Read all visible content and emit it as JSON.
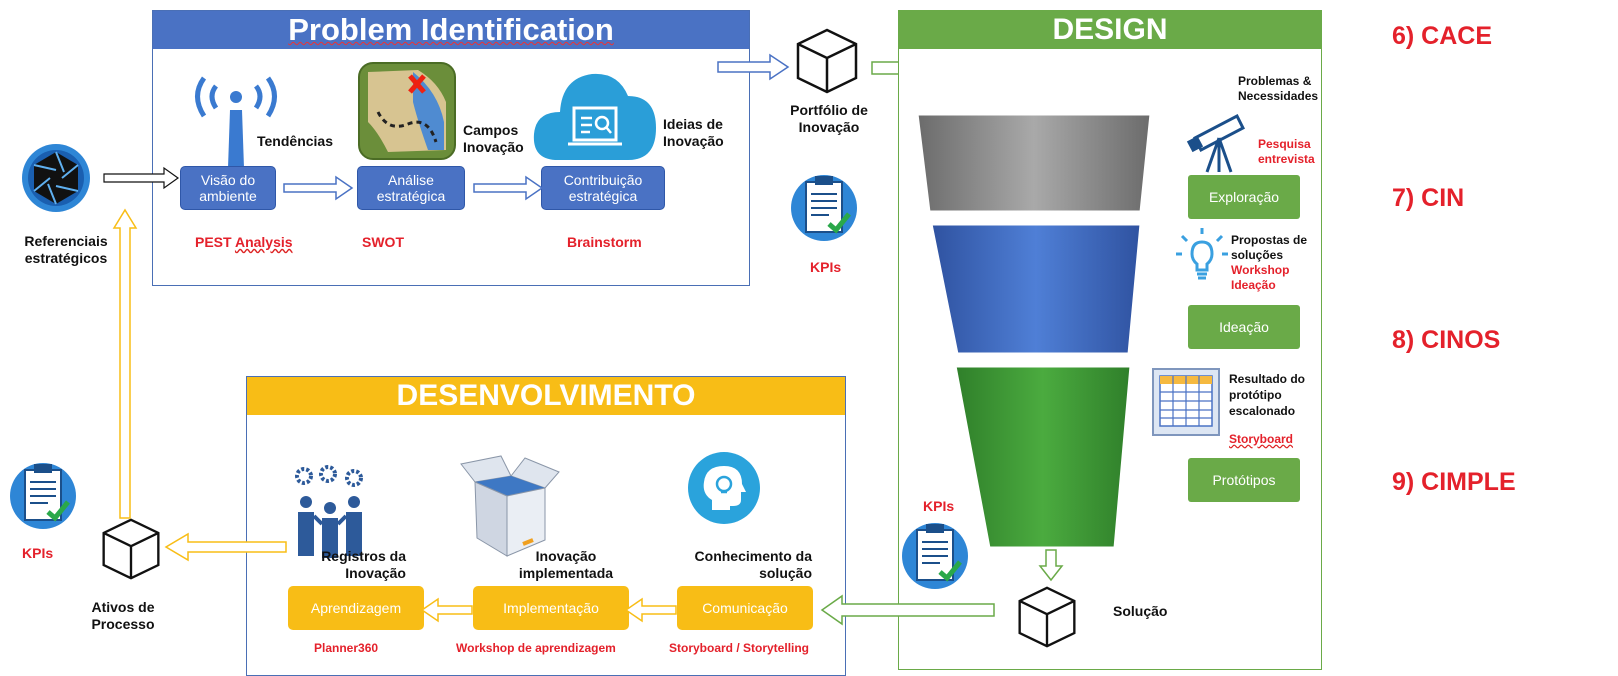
{
  "problem": {
    "title": "Problem Identification",
    "steps": [
      {
        "tag": "Tendências",
        "box": "Visão do ambiente",
        "tool_a": "PEST",
        "tool_b": "Analysis"
      },
      {
        "tag": "Campos Inovação",
        "box": "Análise estratégica",
        "tool": "SWOT"
      },
      {
        "tag": "Ideias de Inovação",
        "box": "Contribuição estratégica",
        "tool": "Brainstorm"
      }
    ]
  },
  "referenciais": "Referenciais estratégicos",
  "portfolio": {
    "label": "Portfólio de Inovação",
    "kpis": "KPIs"
  },
  "design": {
    "title": "DESIGN",
    "stages": [
      {
        "note": "Problemas & Necessidades",
        "note_red": "Pesquisa entrevista",
        "box": "Exploração"
      },
      {
        "note": "Propostas de soluções",
        "note_red": "Workshop Ideação",
        "box": "Ideação"
      },
      {
        "note": "Resultado do protótipo escalonado",
        "note_red": "Storyboard",
        "box": "Protótipos"
      }
    ],
    "kpis": "KPIs",
    "solucao": "Solução"
  },
  "dev": {
    "title": "DESENVOLVIMENTO",
    "steps": [
      {
        "label": "Registros da Inovação",
        "box": "Aprendizagem",
        "tool": "Planner360"
      },
      {
        "label": "Inovação implementada",
        "box": "Implementação",
        "tool": "Workshop de aprendizagem"
      },
      {
        "label": "Conhecimento da solução",
        "box": "Comunicação",
        "tool": "Storyboard / Storytelling"
      }
    ]
  },
  "ativos": {
    "label": "Ativos de Processo",
    "kpis": "KPIs"
  },
  "right_list": [
    "6) CACE",
    "7) CIN",
    "8) CINOS",
    "9) CIMPLE"
  ],
  "colors": {
    "blue": "#4a72c4",
    "green": "#6aaa48",
    "orange": "#f8bd16",
    "red": "#e4212b",
    "header_blue": "#4a72c4"
  }
}
